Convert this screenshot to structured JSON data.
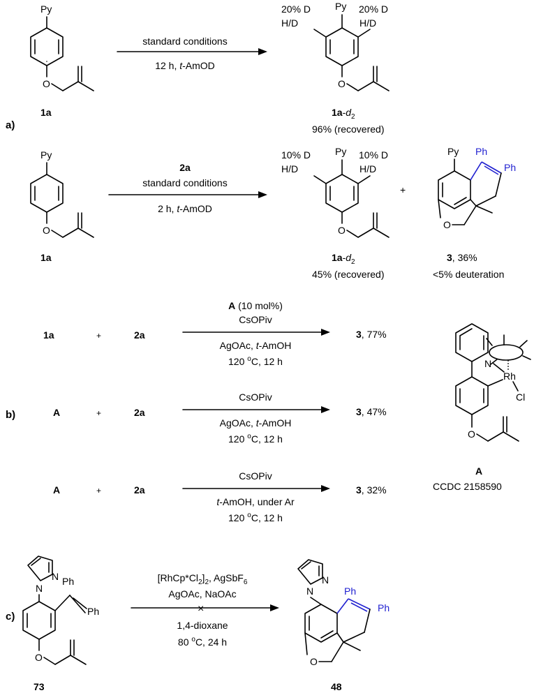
{
  "sections": {
    "a": "a)",
    "b": "b)",
    "c": "c)"
  },
  "scheme_a1": {
    "substituent": "Py",
    "ether_o": "O",
    "reactant_label": "1a",
    "arrow_top": "standard conditions",
    "arrow_bottom": "12 h, t-AmOD",
    "product_py": "Py",
    "deut_left": "20% D",
    "deut_right": "20% D",
    "hd_left": "H/D",
    "hd_right": "H/D",
    "product_o": "O",
    "product_label": "1a-d2",
    "product_yield": "96% (recovered)"
  },
  "scheme_a2": {
    "substituent": "Py",
    "ether_o": "O",
    "reactant_label": "1a",
    "arrow_reagent": "2a",
    "arrow_top": "standard conditions",
    "arrow_bottom": "2 h, t-AmOD",
    "product_py": "Py",
    "deut_left": "10% D",
    "deut_right": "10% D",
    "hd_left": "H/D",
    "hd_right": "H/D",
    "product_o": "O",
    "product_label": "1a-d2",
    "product_yield": "45% (recovered)",
    "plus": "+",
    "p3_py": "Py",
    "p3_ph1": "Ph",
    "p3_ph2": "Ph",
    "p3_o": "O",
    "p3_label": "3, 36%",
    "p3_note": "<5% deuteration"
  },
  "scheme_b": {
    "rows": [
      {
        "left": "1a",
        "plus": "+",
        "right": "2a",
        "above1": "A (10 mol%)",
        "above2": "CsOPiv",
        "below1": "AgOAc, t-AmOH",
        "below2": "120 °C, 12 h",
        "product": "3, 77%"
      },
      {
        "left": "A",
        "plus": "+",
        "right": "2a",
        "above1": "",
        "above2": "CsOPiv",
        "below1": "AgOAc, t-AmOH",
        "below2": "120 °C, 12 h",
        "product": "3, 47%"
      },
      {
        "left": "A",
        "plus": "+",
        "right": "2a",
        "above1": "",
        "above2": "CsOPiv",
        "below1": "t-AmOH, under Ar",
        "below2": "120 °C, 12 h",
        "product": "3, 32%"
      }
    ],
    "complex_n": "N",
    "complex_rh": "Rh",
    "complex_cl": "Cl",
    "complex_o": "O",
    "complex_label": "A",
    "ccdc": "CCDC 2158590"
  },
  "scheme_c": {
    "pyrazole_n1": "N",
    "pyrazole_n2": "N",
    "ph1": "Ph",
    "ph2": "Ph",
    "ether_o": "O",
    "reactant_label": "73",
    "cond1": "[RhCp*Cl2]2, AgSbF6",
    "cond2": "AgOAc, NaOAc",
    "cond3": "1,4-dioxane",
    "cond4": "80 °C, 24 h",
    "blocked_mark": "×",
    "product_n1": "N",
    "product_n2": "N",
    "product_ph1": "Ph",
    "product_ph2": "Ph",
    "product_o": "O",
    "product_label": "48"
  },
  "colors": {
    "highlight": "#1f1fd0",
    "text": "#000000"
  }
}
